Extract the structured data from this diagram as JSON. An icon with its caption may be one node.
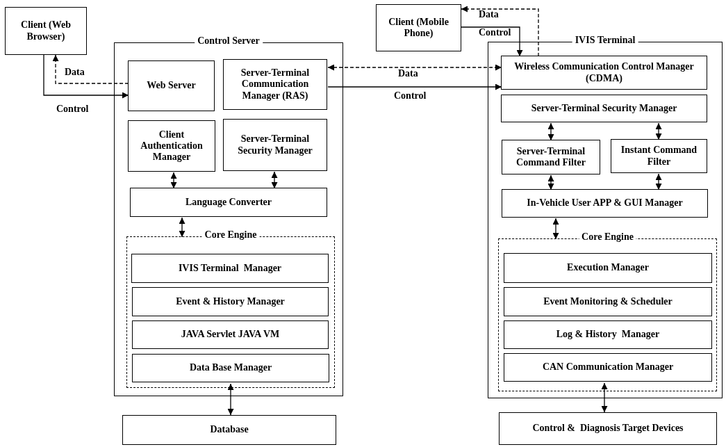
{
  "diagram": {
    "nodes": [
      {
        "text": [
          "Client (Web Browser)"
        ]
      },
      {
        "text": [
          "Control Server"
        ]
      },
      {
        "text": [
          "Web Server"
        ],
        "in": 1
      },
      {
        "text": [
          "Server-Terminal Communication Manager (RAS)"
        ],
        "in": 1
      },
      {
        "text": [
          "Client Authentication Manager"
        ],
        "in": 1
      },
      {
        "text": [
          "Server-Terminal Security Manager"
        ],
        "in": 1
      },
      {
        "text": [
          "Language Converter"
        ],
        "in": 1
      },
      {
        "text": [
          "Core Engine"
        ],
        "in": 1
      },
      {
        "text": [
          "IVIS Terminal  Manager"
        ],
        "in": 7
      },
      {
        "text": [
          "Event & History Manager"
        ],
        "in": 7
      },
      {
        "text": [
          "JAVA Servlet JAVA VM"
        ],
        "in": 7
      },
      {
        "text": [
          "Data Base Manager"
        ],
        "in": 7
      },
      {
        "text": [
          "Database"
        ]
      },
      {
        "text": [
          "Client (Mobile Phone)"
        ]
      },
      {
        "text": [
          "IVIS Terminal"
        ]
      },
      {
        "text": [
          "Wireless Communication Control Manager (CDMA)"
        ],
        "in": 14
      },
      {
        "text": [
          "Server-Terminal Security Manager"
        ],
        "in": 14
      },
      {
        "text": [
          "Server-Terminal Command Filter"
        ],
        "in": 14
      },
      {
        "text": [
          "Instant Command Filter"
        ],
        "in": 14
      },
      {
        "text": [
          "In-Vehicle User APP & GUI Manager"
        ],
        "in": 14
      },
      {
        "text": [
          "Core Engine"
        ],
        "in": 14
      },
      {
        "text": [
          "Execution Manager"
        ],
        "in": 20
      },
      {
        "text": [
          "Event Monitoring & Scheduler"
        ],
        "in": 20
      },
      {
        "text": [
          "Log & History  Manager"
        ],
        "in": 20
      },
      {
        "text": [
          "CAN Communication Manager"
        ],
        "in": 20
      },
      {
        "text": [
          "Control &  Diagnosis Target Devices"
        ]
      }
    ],
    "edges": [
      {
        "from": 2,
        "to": 0,
        "arrow": "to",
        "label": "Data",
        "style": "dashed"
      },
      {
        "from": 0,
        "to": 2,
        "arrow": "to",
        "label": "Control"
      },
      {
        "from": 3,
        "to": 15,
        "arrow": "both",
        "label": "Data",
        "style": "dashed"
      },
      {
        "from": 3,
        "to": 15,
        "arrow": "to",
        "label": "Control"
      },
      {
        "from": 15,
        "to": 13,
        "arrow": "to",
        "label": "Data",
        "style": "dashed"
      },
      {
        "from": 13,
        "to": 15,
        "arrow": "to",
        "label": "Control"
      },
      {
        "from": 4,
        "to": 6,
        "arrow": "both"
      },
      {
        "from": 5,
        "to": 6,
        "arrow": "both"
      },
      {
        "from": 6,
        "to": 7,
        "arrow": "both"
      },
      {
        "from": 11,
        "to": 12,
        "arrow": "both"
      },
      {
        "from": 16,
        "to": 17,
        "arrow": "both"
      },
      {
        "from": 16,
        "to": 18,
        "arrow": "both"
      },
      {
        "from": 17,
        "to": 19,
        "arrow": "both"
      },
      {
        "from": 18,
        "to": 19,
        "arrow": "both"
      },
      {
        "from": 19,
        "to": 20,
        "arrow": "both"
      },
      {
        "from": 24,
        "to": 25,
        "arrow": "both"
      }
    ]
  }
}
